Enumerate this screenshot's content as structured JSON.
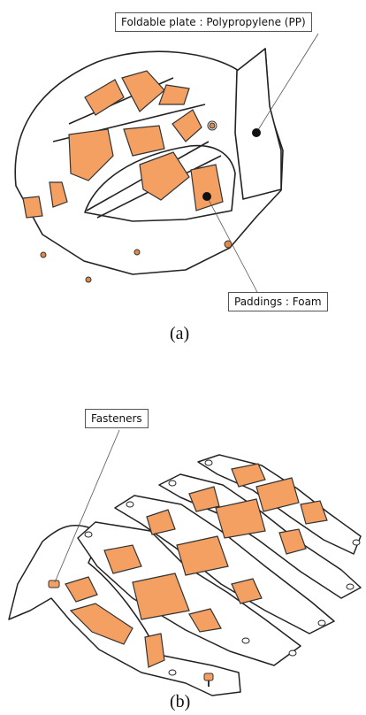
{
  "figure_a": {
    "labels": {
      "plate": "Foldable plate : Polypropylene (PP)",
      "paddings": "Paddings : Foam"
    },
    "caption": "(a)"
  },
  "figure_b": {
    "labels": {
      "fasteners": "Fasteners"
    },
    "caption": "(b)"
  },
  "colors": {
    "pad_fill": "#F4A062",
    "pad_stroke": "#333333",
    "outline": "#222222",
    "fastener": "#E08A4A"
  }
}
